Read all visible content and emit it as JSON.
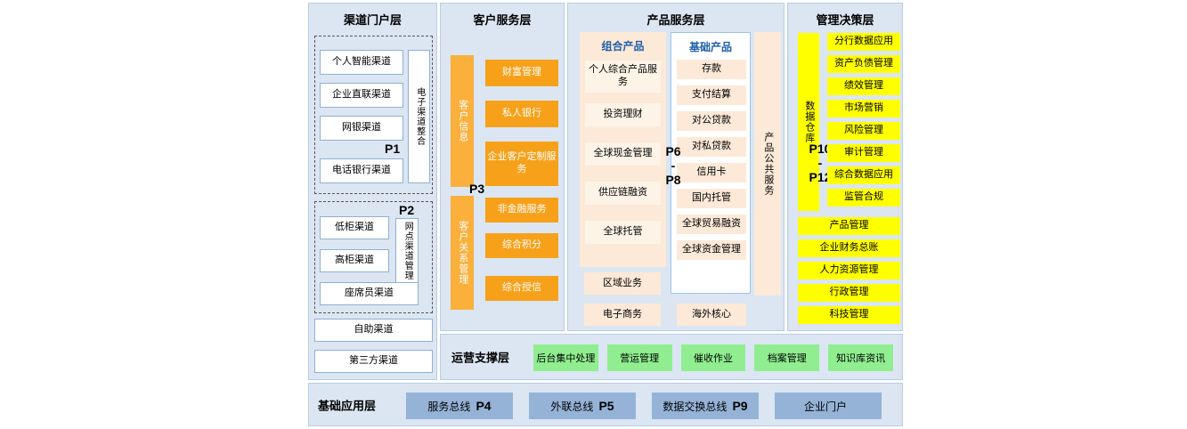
{
  "channel": {
    "title": "渠道门户层",
    "p1": "P1",
    "p1_items": [
      "个人智能渠道",
      "企业直联渠道",
      "网银渠道",
      "电话银行渠道"
    ],
    "p1_side": "电子渠道整合",
    "p2": "P2",
    "p2_items": [
      "低柜渠道",
      "高柜渠道"
    ],
    "p2_side": "网点渠道管理",
    "p2_wide": "座席员渠道",
    "standalone": [
      "自助渠道",
      "第三方渠道"
    ]
  },
  "customer": {
    "title": "客户服务层",
    "bar_info": "客户信息",
    "info_items": [
      "财富管理",
      "私人银行",
      "企业客户定制服务"
    ],
    "p3": "P3",
    "bar_crm": "客户关系管理",
    "crm_items": [
      "非金融服务",
      "综合积分",
      "综合授信"
    ]
  },
  "product": {
    "title": "产品服务层",
    "combo_title": "组合产品",
    "combo_items": [
      "个人综合产品服务",
      "投资理财",
      "全球现金管理",
      "供应链融资",
      "全球托管"
    ],
    "basic_title": "基础产品",
    "basic_items": [
      "存款",
      "支付结算",
      "对公贷款",
      "对私贷款",
      "信用卡",
      "国内托管",
      "全球贸易融资",
      "全球资金管理"
    ],
    "p_range": [
      "P6",
      "-",
      "P8"
    ],
    "public_bar": "产品公共服务",
    "extra_left": [
      "区域业务",
      "电子商务"
    ],
    "extra_right": "海外核心"
  },
  "management": {
    "title": "管理决策层",
    "warehouse_bar": "数据仓库",
    "p_range": [
      "P10",
      "-",
      "P12"
    ],
    "data_items": [
      "分行数据应用",
      "资产负债管理",
      "绩效管理",
      "市场营销",
      "风险管理",
      "审计管理",
      "综合数据应用",
      "监管合规"
    ],
    "wide_items": [
      "产品管理",
      "企业财务总账",
      "人力资源管理",
      "行政管理",
      "科技管理"
    ]
  },
  "operations": {
    "title": "运营支撑层",
    "items": [
      "后台集中处理",
      "营运管理",
      "催收作业",
      "档案管理",
      "知识库资讯"
    ]
  },
  "foundation": {
    "title": "基础应用层",
    "buses": [
      {
        "label": "服务总线",
        "p": "P4"
      },
      {
        "label": "外联总线",
        "p": "P5"
      },
      {
        "label": "数据交换总线",
        "p": "P9"
      },
      {
        "label": "企业门户",
        "p": ""
      }
    ]
  },
  "colors": {
    "panel_blue": "#dbe6f2",
    "orange_box": "#f7a11a",
    "orange_bar": "#fbb03c",
    "cream": "#fce9d8",
    "yellow": "#ffff00",
    "green": "#90ee90",
    "bus_blue": "#95b3d7"
  }
}
